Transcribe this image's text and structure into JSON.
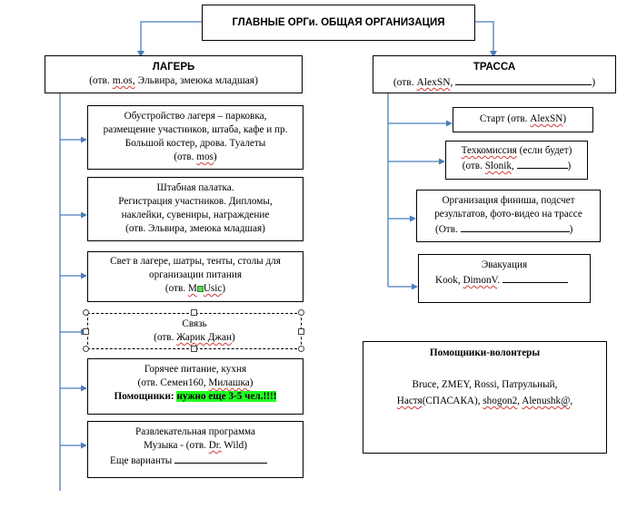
{
  "main": {
    "title": "ГЛАВНЫЕ ОРГи. ОБЩАЯ ОРГАНИЗАЦИЯ"
  },
  "camp": {
    "title": "ЛАГЕРЬ",
    "resp_prefix": "(отв. ",
    "resp_name1": "m.os,",
    "resp_rest": " Эльвира, змеюка младшая)"
  },
  "track": {
    "title": "ТРАССА",
    "resp_prefix": "(отв.  ",
    "resp_name": "AlexSN",
    "resp_suffix": ",",
    "resp_close": ")"
  },
  "camp_items": [
    {
      "l1": "Обустройство лагеря – парковка,",
      "l2": "размещение участников, штаба,  кафе и пр.",
      "l3": "Большой костер, дрова. Туалеты",
      "l4a": "(отв. ",
      "l4b": "mos",
      "l4c": ")"
    },
    {
      "l1": "Штабная палатка.",
      "l2": "Регистрация участников. Дипломы,",
      "l3": "наклейки, сувениры, награждение",
      "l4": "(отв. Эльвира, змеюка младшая)"
    },
    {
      "l1": "Свет в лагере, шатры, тенты, столы для",
      "l2": "организации  питания",
      "l3a": "(отв. ",
      "l3b": "M",
      "l3c": "Usic",
      "l3d": ")"
    },
    {
      "l1": "Связь",
      "l2a": "(отв. ",
      "l2b": "Жарик Джан",
      "l2c": ")"
    },
    {
      "l1": "Горячее питание,  кухня",
      "l2a": "(отв. Семен160, ",
      "l2b": "Милашка",
      "l2c": ")",
      "l3a": "Помощники: ",
      "l3b": "нужно еще 3-5 чел.!!!!"
    },
    {
      "l1": "Развлекательная программа",
      "l2a": "Музыка - (отв. ",
      "l2b": "Dr.",
      "l2c": " Wild)",
      "l3": "Еще варианты"
    }
  ],
  "track_items": [
    {
      "a": "Старт (отв. ",
      "b": "AlexSN",
      "c": ")"
    },
    {
      "l1a": "Техкомиссия",
      "l1b": " (если будет)",
      "l2a": "(отв. ",
      "l2b": "Slonik",
      "l2c": ", "
    },
    {
      "l1": "Организация финиша, подсчет",
      "l2": "результатов, фото-видео на трассе",
      "l3a": "(Отв. ",
      "l3c": ")"
    },
    {
      "l1": "Эвакуация",
      "l2a": "Kook, ",
      "l2b": "DimonV",
      "l2c": ". "
    }
  ],
  "volunteers": {
    "title": "Помощники-волонтеры",
    "line1": "Bruce, ZMEY, Rossi, Патрульный,",
    "l2a": "Настя",
    "l2b": "(СПАСАКА), ",
    "l2c": "shogon2",
    "l2d": ", ",
    "l2e": "Alenushk@",
    "l2f": ","
  }
}
